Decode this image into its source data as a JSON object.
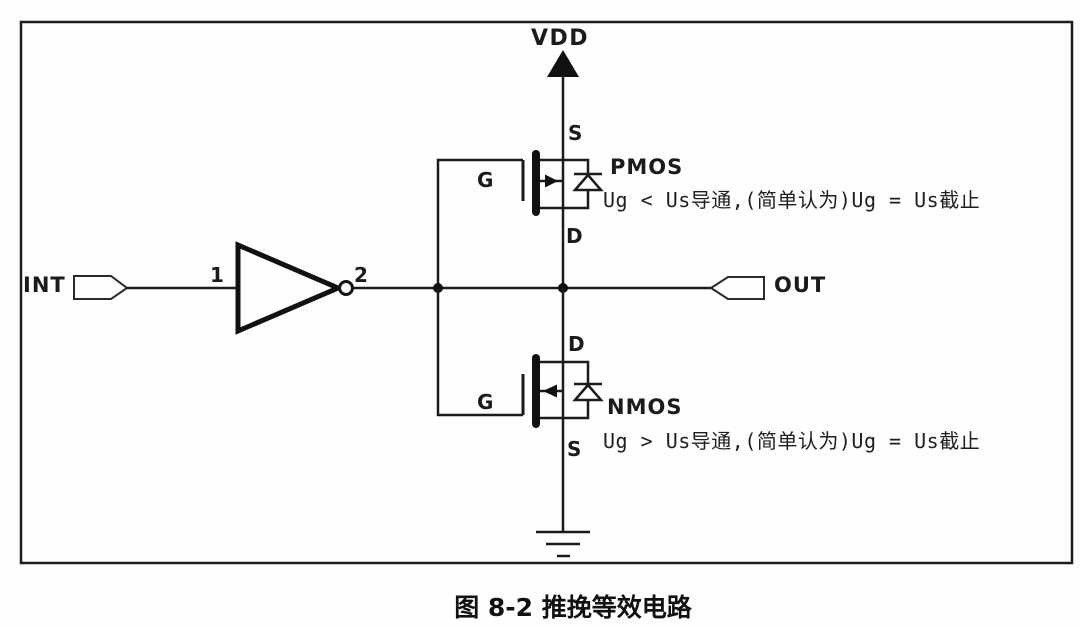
{
  "caption": "图 8-2 推挽等效电路",
  "colors": {
    "line": "#1b1b1b",
    "background": "#fefefe"
  },
  "rails": {
    "vdd": "VDD"
  },
  "ports": {
    "input": "INT",
    "output": "OUT"
  },
  "inverter": {
    "input_pin": "1",
    "output_pin": "2"
  },
  "pmos": {
    "label": "PMOS",
    "pins": {
      "source": "S",
      "gate": "G",
      "drain": "D"
    },
    "note": "Ug < Us导通,(简单认为)Ug = Us截止"
  },
  "nmos": {
    "label": "NMOS",
    "pins": {
      "drain": "D",
      "gate": "G",
      "source": "S"
    },
    "note": "Ug > Us导通,(简单认为)Ug = Us截止"
  }
}
